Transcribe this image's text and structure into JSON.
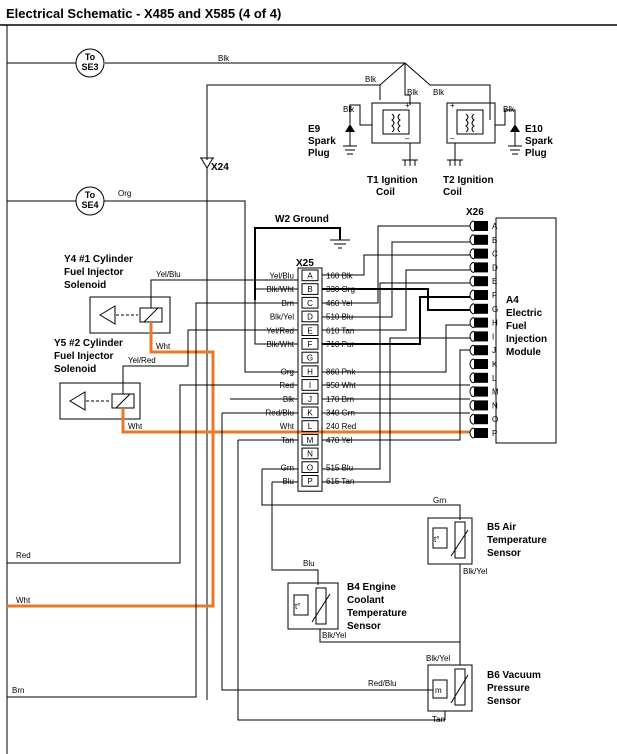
{
  "title": "Electrical Schematic - X485 and X585 (4 of 4)",
  "colors": {
    "highlight": "#e8792a",
    "line": "#000000"
  },
  "refs": {
    "se3": [
      "To",
      "SE3"
    ],
    "se4": [
      "To",
      "SE4"
    ]
  },
  "connectors": {
    "x24": "X24",
    "x25": "X25",
    "x26": "X26"
  },
  "ground": "W2 Ground",
  "components": {
    "e9": [
      "E9",
      "Spark",
      "Plug"
    ],
    "e10": [
      "E10",
      "Spark",
      "Plug"
    ],
    "t1": [
      "T1 Ignition",
      "Coil"
    ],
    "t2": [
      "T2 Ignition",
      "Coil"
    ],
    "y4": [
      "Y4 #1 Cylinder",
      "Fuel Injector",
      "Solenoid"
    ],
    "y5": [
      "Y5 #2 Cylinder",
      "Fuel Injector",
      "Solenoid"
    ],
    "a4": [
      "A4",
      "Electric",
      "Fuel",
      "Injection",
      "Module"
    ],
    "b5": [
      "B5 Air",
      "Temperature",
      "Sensor"
    ],
    "b4": [
      "B4 Engine",
      "Coolant",
      "Temperature",
      "Sensor"
    ],
    "b6": [
      "B6 Vacuum",
      "Pressure",
      "Sensor"
    ]
  },
  "symbols": {
    "temp": "t°",
    "pressure": "m",
    "plus": "+",
    "minus": "–"
  },
  "x25_pins": [
    {
      "pin": "A",
      "left": "Yel/Blu",
      "right": "160 Blk"
    },
    {
      "pin": "B",
      "left": "Blk/Wht",
      "right": "330 Org"
    },
    {
      "pin": "C",
      "left": "Brn",
      "right": "460 Yel"
    },
    {
      "pin": "D",
      "left": "Blk/Yel",
      "right": "510 Blu"
    },
    {
      "pin": "E",
      "left": "Yel/Red",
      "right": "610 Tan"
    },
    {
      "pin": "F",
      "left": "Blk/Wht",
      "right": "710 Pur"
    },
    {
      "pin": "G",
      "left": "",
      "right": ""
    },
    {
      "pin": "H",
      "left": "Org",
      "right": "860 Pnk"
    },
    {
      "pin": "I",
      "left": "Red",
      "right": "950 Wht"
    },
    {
      "pin": "J",
      "left": "Blk",
      "right": "170 Brn"
    },
    {
      "pin": "K",
      "left": "Red/Blu",
      "right": "340 Grn"
    },
    {
      "pin": "L",
      "left": "Wht",
      "right": "240 Red"
    },
    {
      "pin": "M",
      "left": "Tan",
      "right": "470 Yel"
    },
    {
      "pin": "N",
      "left": "",
      "right": ""
    },
    {
      "pin": "O",
      "left": "Grn",
      "right": "515 Blu"
    },
    {
      "pin": "P",
      "left": "Blu",
      "right": "615 Tan"
    }
  ],
  "x26_pins": [
    "A",
    "B",
    "C",
    "D",
    "E",
    "F",
    "G",
    "H",
    "I",
    "J",
    "K",
    "L",
    "M",
    "N",
    "O",
    "P"
  ],
  "wire_labels": {
    "blk_top": "Blk",
    "blk_hub": "Blk",
    "blk_t1": "Blk",
    "blk_e9": "Blk",
    "blk_t2": "Blk",
    "blk_e10": "Blk",
    "org": "Org",
    "yel_blu": "Yel/Blu",
    "yel_red": "Yel/Red",
    "wht_y4": "Wht",
    "wht_y5": "Wht",
    "red_left": "Red",
    "wht_left": "Wht",
    "brn_left": "Brn",
    "grn_b5": "Grn",
    "blk_yel_b5": "Blk/Yel",
    "blu_b4": "Blu",
    "blk_yel_b4": "Blk/Yel",
    "blk_yel_b6": "Blk/Yel",
    "red_blu_b6": "Red/Blu",
    "tan_b6": "Tan"
  }
}
